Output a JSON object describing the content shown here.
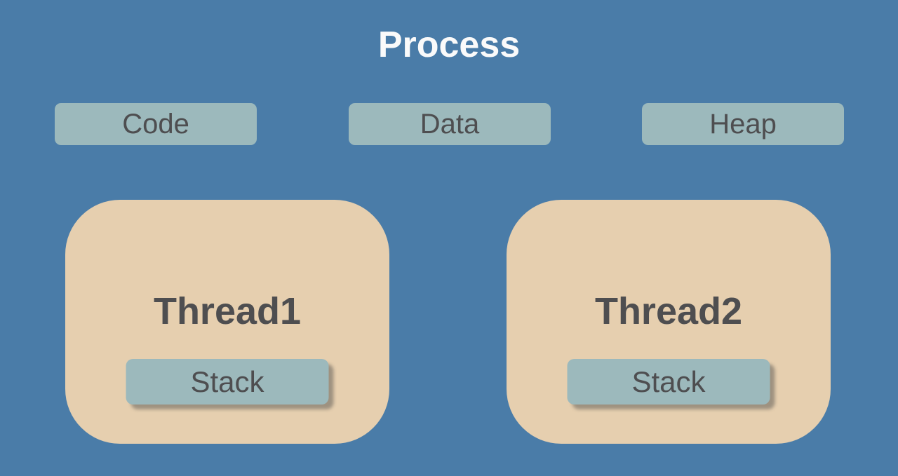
{
  "title": "Process",
  "colors": {
    "background": "#4A7CA8",
    "segment_box": "#9CB9BC",
    "thread_box": "#E6CFAF",
    "label_text": "#4E4E50",
    "title_text": "#FAFAFA"
  },
  "segments": [
    {
      "label": "Code"
    },
    {
      "label": "Data"
    },
    {
      "label": "Heap"
    }
  ],
  "threads": [
    {
      "label": "Thread1",
      "stack_label": "Stack"
    },
    {
      "label": "Thread2",
      "stack_label": "Stack"
    }
  ]
}
